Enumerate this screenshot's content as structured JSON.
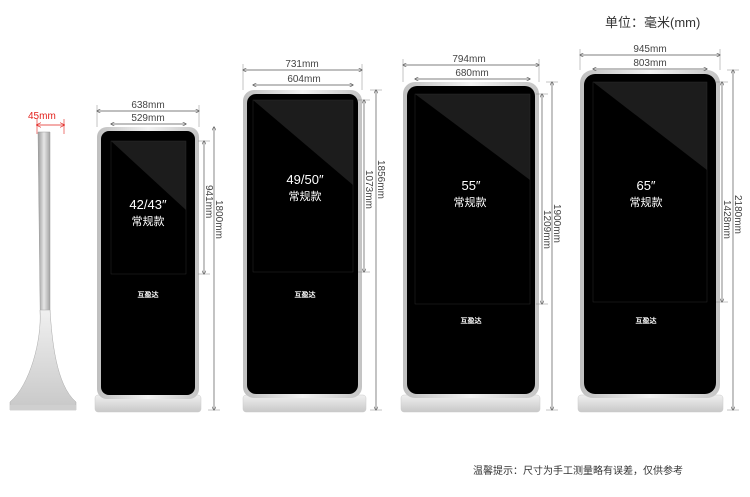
{
  "header": {
    "unit_label": "单位：毫米(mm)"
  },
  "side_view": {
    "thickness": "45mm"
  },
  "models": [
    {
      "size": "42/43″",
      "style": "常规款",
      "outer_width": "638mm",
      "screen_width": "529mm",
      "height": "1800mm",
      "screen_height": "941mm",
      "logo": "互盈达"
    },
    {
      "size": "49/50″",
      "style": "常规款",
      "outer_width": "731mm",
      "screen_width": "604mm",
      "height": "1856mm",
      "screen_height": "1073mm",
      "logo": "互盈达"
    },
    {
      "size": "55″",
      "style": "常规款",
      "outer_width": "794mm",
      "screen_width": "680mm",
      "height": "1900mm",
      "screen_height": "1209mm",
      "logo": "互盈达"
    },
    {
      "size": "65″",
      "style": "常规款",
      "outer_width": "945mm",
      "screen_width": "803mm",
      "height": "2180mm",
      "screen_height": "1428mm",
      "logo": "互盈达"
    }
  ],
  "footer": {
    "note": "温馨提示：尺寸为手工测量略有误差，仅供参考"
  },
  "colors": {
    "accent": "#e2211c",
    "screen": "#000000",
    "frame": "#d9d9d9",
    "dim_line": "#555555"
  }
}
